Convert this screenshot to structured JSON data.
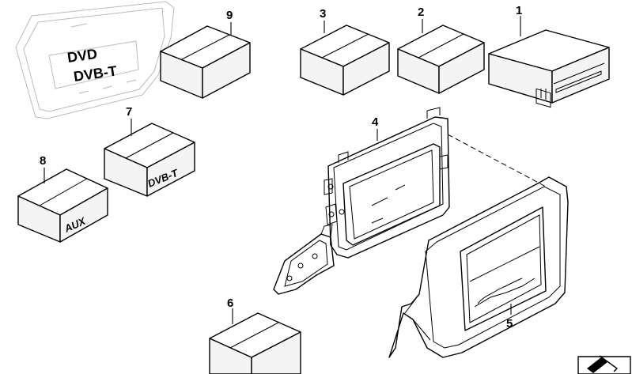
{
  "callouts": {
    "c1": "1",
    "c2": "2",
    "c3": "3",
    "c4": "4",
    "c5": "5",
    "c6": "6",
    "c7": "7",
    "c8": "8",
    "c9": "9"
  },
  "box_labels": {
    "box7": "DVB-T",
    "box8": "AUX"
  },
  "display_labels": {
    "line1": "DVD",
    "line2": "DVB-T"
  }
}
